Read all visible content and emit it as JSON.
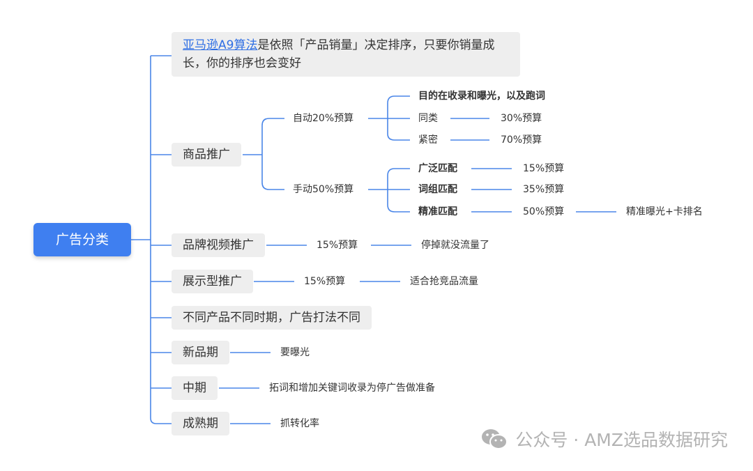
{
  "root": {
    "label": "广告分类"
  },
  "intro": {
    "link_text": "亚马逊A9算法",
    "text": "是依照「产品销量」决定排序，只要你销量成长，你的排序也会变好"
  },
  "product_ads": {
    "label": "商品推广",
    "auto": {
      "label": "自动20%预算",
      "purpose": "目的在收录和曝光，以及跑词",
      "similar": {
        "label": "同类",
        "budget": "30%预算"
      },
      "close": {
        "label": "紧密",
        "budget": "70%预算"
      }
    },
    "manual": {
      "label": "手动50%预算",
      "broad": {
        "label": "广泛匹配",
        "budget": "15%预算"
      },
      "phrase": {
        "label": "词组匹配",
        "budget": "35%预算"
      },
      "exact": {
        "label": "精准匹配",
        "budget": "50%预算",
        "note": "精准曝光+卡排名"
      }
    }
  },
  "brand_video": {
    "label": "品牌视频推广",
    "budget": "15%预算",
    "note": "停掉就没流量了"
  },
  "display": {
    "label": "展示型推广",
    "budget": "15%预算",
    "note": "适合抢竞品流量"
  },
  "stages_note": {
    "label": "不同产品不同时期，广告打法不同"
  },
  "new_stage": {
    "label": "新品期",
    "note": "要曝光"
  },
  "mid_stage": {
    "label": "中期",
    "note": "拓词和增加关键词收录为停广告做准备"
  },
  "mature_stage": {
    "label": "成熟期",
    "note": "抓转化率"
  },
  "watermark": {
    "text": "公众号 · AMZ选品数据研究"
  },
  "colors": {
    "accent": "#3f7ff0",
    "line": "#4a86e8",
    "box": "#eeeeee"
  }
}
